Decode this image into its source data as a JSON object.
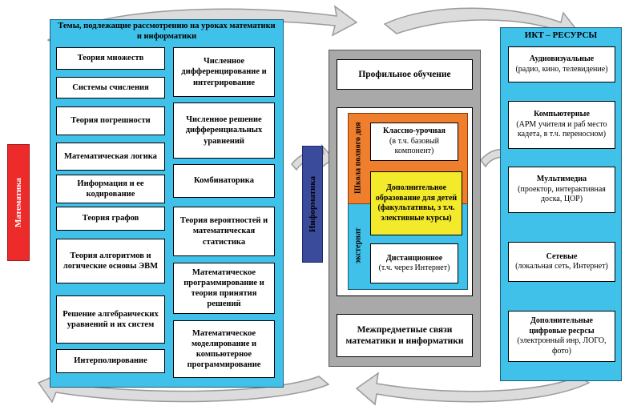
{
  "colors": {
    "cyan": "#3fc1ea",
    "red": "#ee2b2b",
    "blue": "#3a4b9c",
    "gray": "#a9a9a9",
    "orange": "#f07f2d",
    "yellow": "#f4ea2c",
    "arrow": "#c9c9c9"
  },
  "left_tab": {
    "label": "Математика"
  },
  "mid_tab": {
    "label": "Информатика"
  },
  "topics": {
    "title": "Темы, подлежащие рассмотрению на уроках математики и информатики",
    "left": [
      "Теория множеств",
      "Системы счисления",
      "Теория погрешности",
      "Математическая логика",
      "Информация и ее кодирование",
      "Теория графов",
      "Теория алгоритмов и логические основы ЭВМ",
      "Решение алгебраических уравнений и их систем",
      "Интерполирование"
    ],
    "right": [
      "Численное дифференцирование и интегрирование",
      "Численное решение дифференциальных уравнений",
      "Комбинаторика",
      "Теория вероятностей и математическая статистика",
      "Математическое программирование и теория принятия решений",
      "Математическое моделирование и компьютерное программирование"
    ]
  },
  "center": {
    "profile": "Профильное обучение",
    "school_label": "Школа полного дня",
    "external_label": "экстернат",
    "class_lesson": {
      "title": "Классно-урочная",
      "note": "(в т.ч. базовый компонент)"
    },
    "extra_edu": {
      "title": "Дополнительное образование для детей",
      "note": "(факультативы, з т.ч. элективные курсы)"
    },
    "distance": {
      "title": "Дистанционное",
      "note": "(т.ч. через Интернет)"
    },
    "interdisciplinary": "Межпредметные связи математики и информатики"
  },
  "ict": {
    "title": "ИКТ – РЕСУРСЫ",
    "items": [
      {
        "title": "Аудиовизуальные",
        "note": "(радио, кино, телевидение)"
      },
      {
        "title": "Компьютерные",
        "note": "(АРМ учителя и раб место кадета, в т.ч. переносном)"
      },
      {
        "title": "Мультимедиа",
        "note": "(проектор, интерактивная доска, ЦОР)"
      },
      {
        "title": "Сетевые",
        "note": "(локальная сеть, Интернет)"
      },
      {
        "title": "Дополнительные цифровые ресрсы",
        "note": "(электронный инр, ЛОГО, фото)"
      }
    ]
  }
}
